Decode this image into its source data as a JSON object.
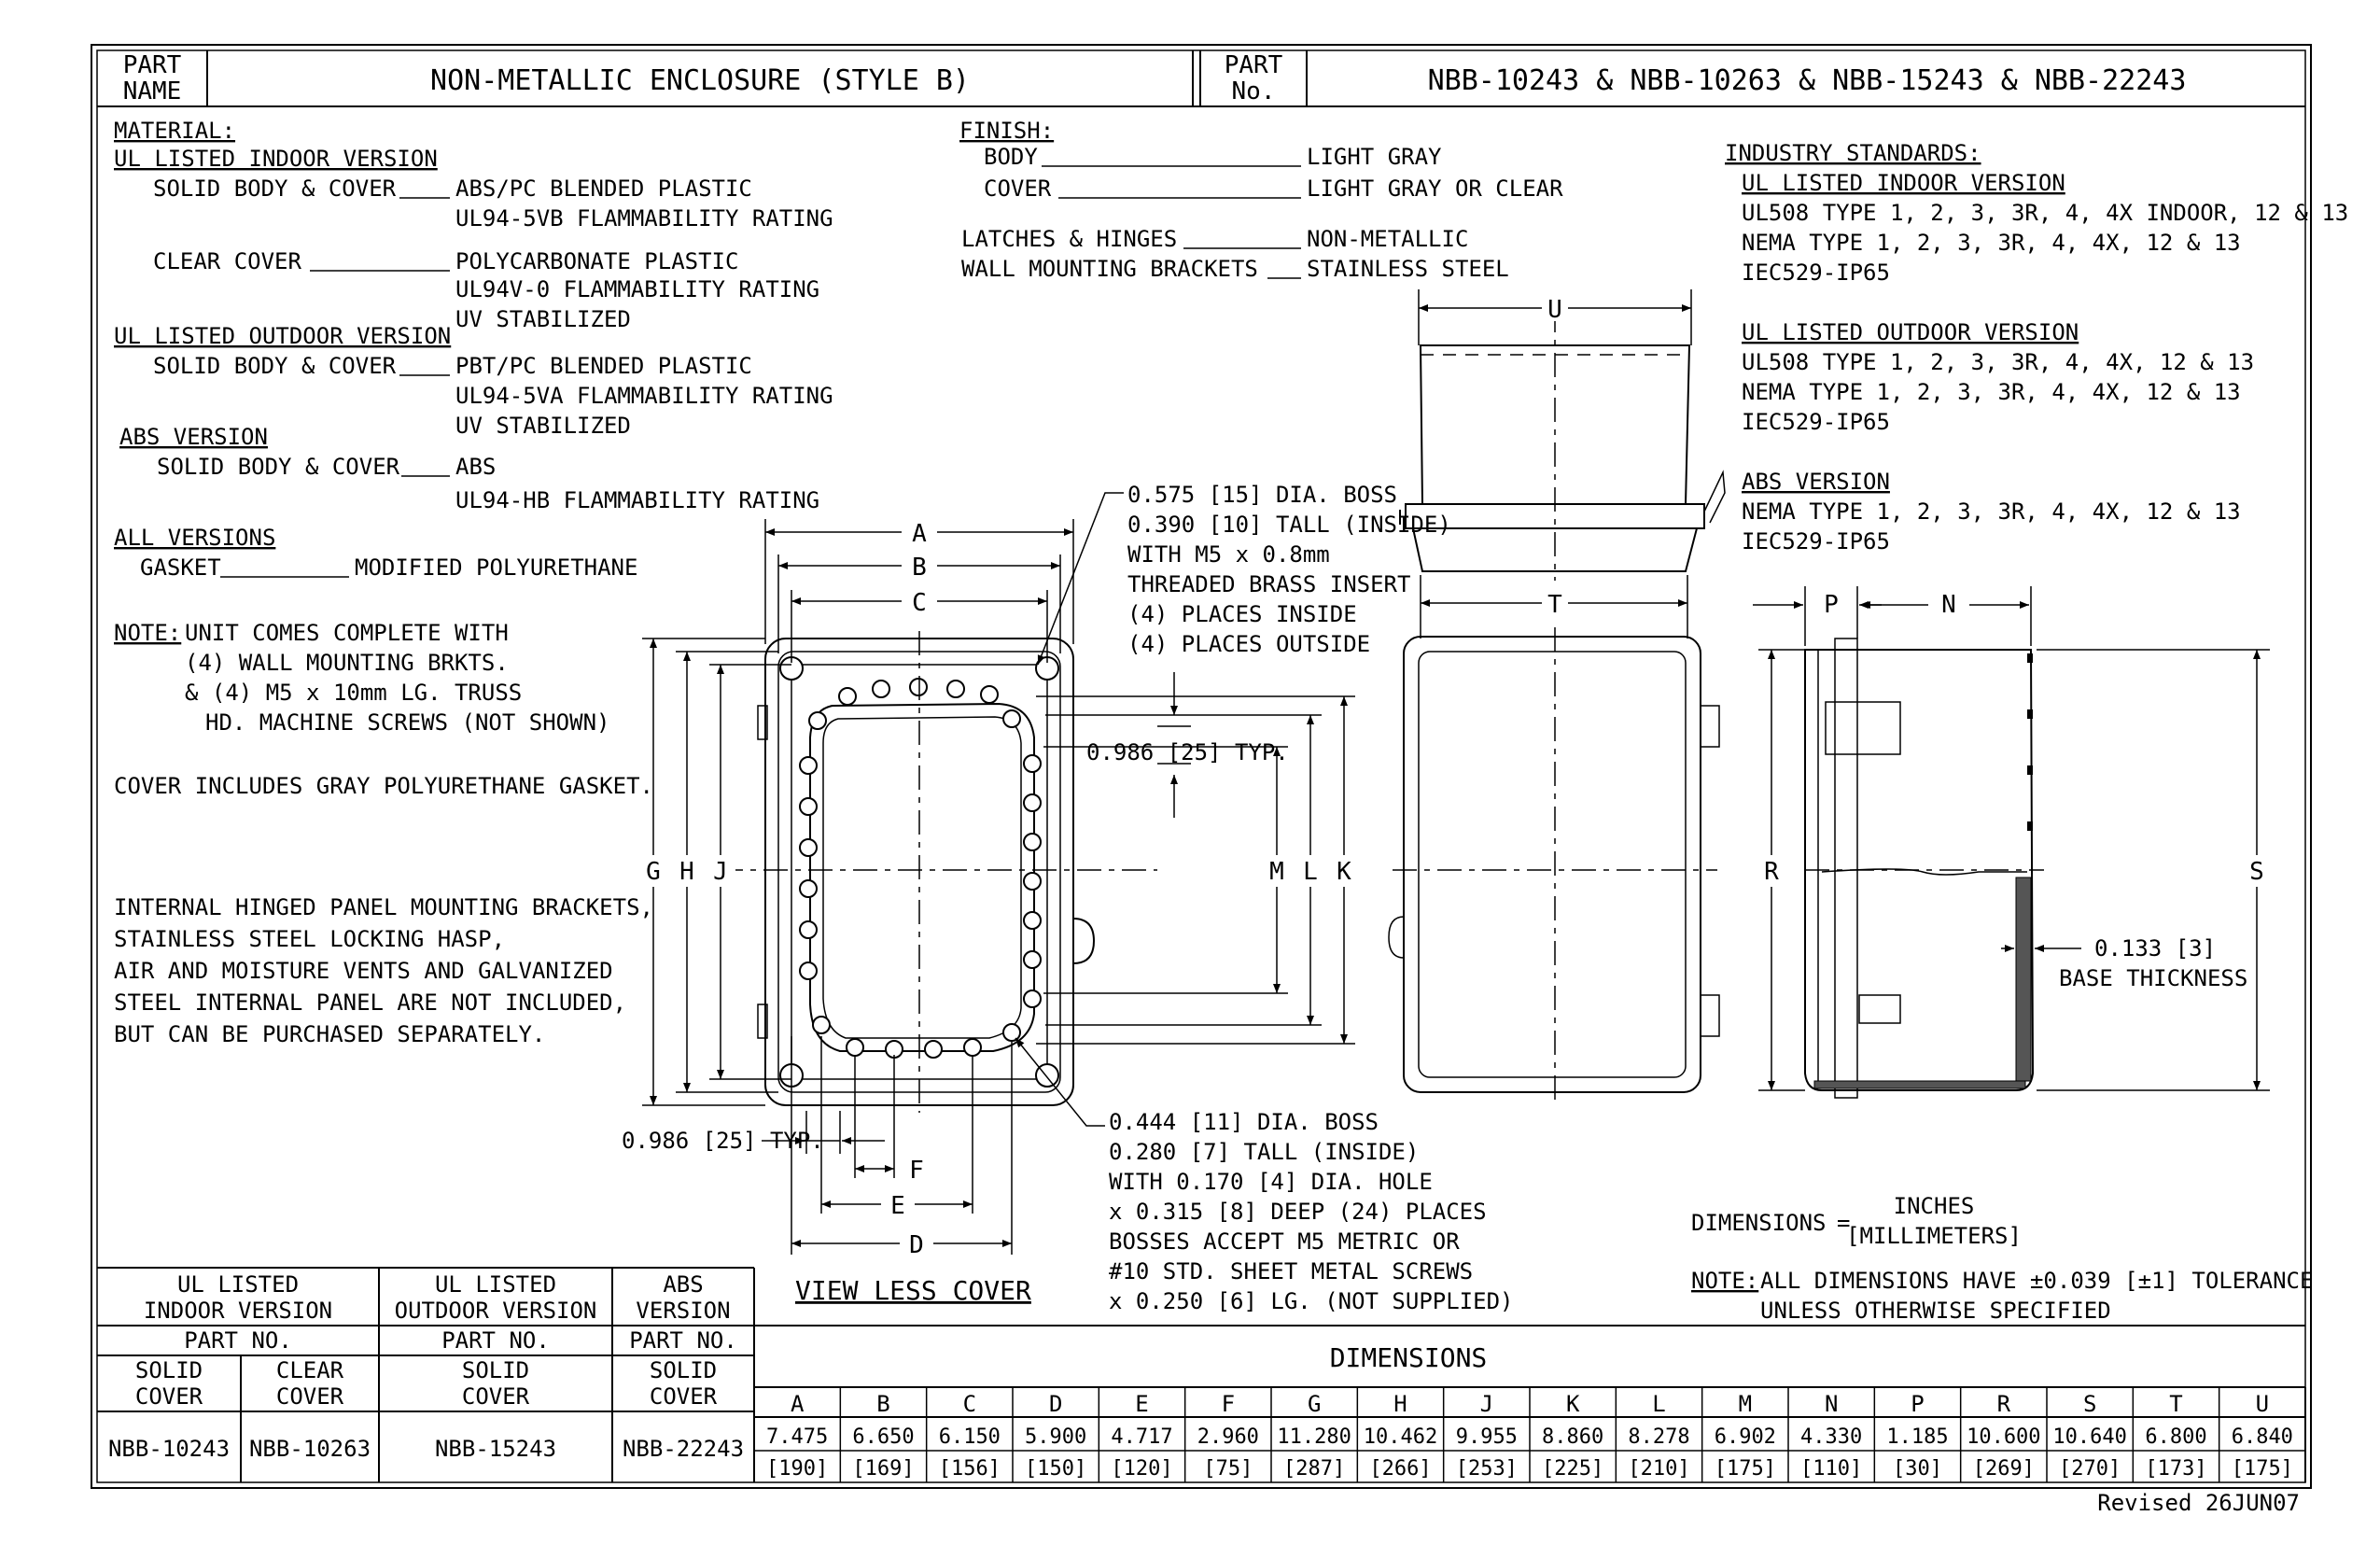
{
  "title_block": {
    "part_name_label_1": "PART",
    "part_name_label_2": "NAME",
    "part_name": "NON-METALLIC ENCLOSURE (STYLE B)",
    "part_no_label_1": "PART",
    "part_no_label_2": "No.",
    "part_numbers": "NBB-10243 & NBB-10263 & NBB-15243 & NBB-22243"
  },
  "material": {
    "heading": "MATERIAL:",
    "indoor_heading": "UL LISTED INDOOR VERSION",
    "indoor_solid_label": "SOLID BODY & COVER",
    "indoor_solid_value_1": "ABS/PC BLENDED PLASTIC",
    "indoor_solid_value_2": "UL94-5VB FLAMMABILITY RATING",
    "clear_cover_label": "CLEAR COVER",
    "clear_cover_value_1": "POLYCARBONATE PLASTIC",
    "clear_cover_value_2": "UL94V-0 FLAMMABILITY RATING",
    "clear_cover_value_3": "UV STABILIZED",
    "outdoor_heading": "UL LISTED OUTDOOR VERSION",
    "outdoor_solid_label": "SOLID BODY & COVER",
    "outdoor_solid_value_1": "PBT/PC BLENDED PLASTIC",
    "outdoor_solid_value_2": "UL94-5VA FLAMMABILITY RATING",
    "outdoor_solid_value_3": "UV STABILIZED",
    "abs_heading": "ABS VERSION",
    "abs_solid_label": "SOLID BODY & COVER",
    "abs_solid_value_1": "ABS",
    "abs_solid_value_2": "UL94-HB FLAMMABILITY RATING",
    "all_heading": "ALL VERSIONS",
    "gasket_label": "GASKET",
    "gasket_value": "MODIFIED POLYURETHANE"
  },
  "notes": {
    "note_label": "NOTE:",
    "note_line_1": "UNIT COMES COMPLETE WITH",
    "note_line_2": "(4) WALL MOUNTING BRKTS.",
    "note_line_3": "& (4) M5 x 10mm LG. TRUSS",
    "note_line_4": "HD. MACHINE SCREWS (NOT SHOWN)",
    "cover_note": "COVER INCLUDES GRAY POLYURETHANE GASKET.",
    "internal_1": "INTERNAL HINGED PANEL MOUNTING BRACKETS,",
    "internal_2": "STAINLESS STEEL LOCKING HASP,",
    "internal_3": "AIR AND MOISTURE VENTS AND GALVANIZED",
    "internal_4": "STEEL INTERNAL PANEL ARE NOT INCLUDED,",
    "internal_5": "BUT CAN BE PURCHASED SEPARATELY."
  },
  "finish": {
    "heading": "FINISH:",
    "body_label": "BODY",
    "body_value": "LIGHT GRAY",
    "cover_label": "COVER",
    "cover_value": "LIGHT GRAY OR CLEAR",
    "latches_label": "LATCHES & HINGES",
    "latches_value": "NON-METALLIC",
    "brackets_label": "WALL MOUNTING BRACKETS",
    "brackets_value": "STAINLESS STEEL"
  },
  "standards": {
    "heading": "INDUSTRY STANDARDS:",
    "indoor_heading": "UL LISTED INDOOR VERSION",
    "indoor_1": "UL508 TYPE 1, 2, 3, 3R, 4, 4X INDOOR, 12 & 13",
    "indoor_2": "NEMA TYPE 1, 2, 3, 3R, 4, 4X, 12 & 13",
    "indoor_3": "IEC529-IP65",
    "outdoor_heading": "UL LISTED OUTDOOR VERSION",
    "outdoor_1": "UL508 TYPE 1, 2, 3, 3R, 4, 4X, 12 & 13",
    "outdoor_2": "NEMA TYPE 1, 2, 3, 3R, 4, 4X, 12 & 13",
    "outdoor_3": "IEC529-IP65",
    "abs_heading": "ABS VERSION",
    "abs_1": "NEMA TYPE 1, 2, 3, 3R, 4, 4X, 12 & 13",
    "abs_2": "IEC529-IP65"
  },
  "callouts": {
    "boss_top_1": "0.575 [15] DIA. BOSS",
    "boss_top_2": "0.390 [10] TALL (INSIDE)",
    "boss_top_3": "WITH M5 x 0.8mm",
    "boss_top_4": "THREADED BRASS INSERT",
    "boss_top_5": "(4) PLACES INSIDE",
    "boss_top_6": "(4) PLACES OUTSIDE",
    "typ_right": "0.986 [25] TYP.",
    "typ_left": "0.986 [25] TYP.",
    "boss_bot_1": "0.444 [11] DIA. BOSS",
    "boss_bot_2": "0.280 [7] TALL (INSIDE)",
    "boss_bot_3": "WITH 0.170 [4] DIA. HOLE",
    "boss_bot_4": "x 0.315 [8] DEEP (24) PLACES",
    "boss_bot_5": "BOSSES ACCEPT M5 METRIC OR",
    "boss_bot_6": "#10 STD. SHEET METAL SCREWS",
    "boss_bot_7": "x 0.250 [6] LG. (NOT SUPPLIED)",
    "base_1": "0.133 [3]",
    "base_2": "BASE THICKNESS",
    "view_label": "VIEW LESS COVER",
    "dim_label": "DIMENSIONS",
    "dim_eq": "=",
    "dim_inches": "INCHES",
    "dim_mm": "[MILLIMETERS]",
    "tol_label": "NOTE:",
    "tol_1": "ALL DIMENSIONS HAVE ±0.039 [±1] TOLERANCE",
    "tol_2": "UNLESS OTHERWISE SPECIFIED",
    "revised": "Revised 26JUN07"
  },
  "dim_letters": {
    "A": "A",
    "B": "B",
    "C": "C",
    "D": "D",
    "E": "E",
    "F": "F",
    "G": "G",
    "H": "H",
    "J": "J",
    "K": "K",
    "L": "L",
    "M": "M",
    "N": "N",
    "P": "P",
    "R": "R",
    "S": "S",
    "T": "T",
    "U": "U"
  },
  "parts_table": {
    "col1_head_1": "UL LISTED",
    "col1_head_2": "INDOOR VERSION",
    "col2_head_1": "UL LISTED",
    "col2_head_2": "OUTDOOR VERSION",
    "col3_head_1": "ABS",
    "col3_head_2": "VERSION",
    "part_no": "PART NO.",
    "solid_1": "SOLID",
    "cover_1": "COVER",
    "clear_1": "CLEAR",
    "indoor_solid": "NBB-10243",
    "indoor_clear": "NBB-10263",
    "outdoor_solid": "NBB-15243",
    "abs_solid": "NBB-22243"
  },
  "dimensions_table": {
    "heading": "DIMENSIONS",
    "columns": [
      "A",
      "B",
      "C",
      "D",
      "E",
      "F",
      "G",
      "H",
      "J",
      "K",
      "L",
      "M",
      "N",
      "P",
      "R",
      "S",
      "T",
      "U"
    ],
    "inches": [
      "7.475",
      "6.650",
      "6.150",
      "5.900",
      "4.717",
      "2.960",
      "11.280",
      "10.462",
      "9.955",
      "8.860",
      "8.278",
      "6.902",
      "4.330",
      "1.185",
      "10.600",
      "10.640",
      "6.800",
      "6.840"
    ],
    "millimeters": [
      "[190]",
      "[169]",
      "[156]",
      "[150]",
      "[120]",
      "[75]",
      "[287]",
      "[266]",
      "[253]",
      "[225]",
      "[210]",
      "[175]",
      "[110]",
      "[30]",
      "[269]",
      "[270]",
      "[173]",
      "[175]"
    ]
  }
}
